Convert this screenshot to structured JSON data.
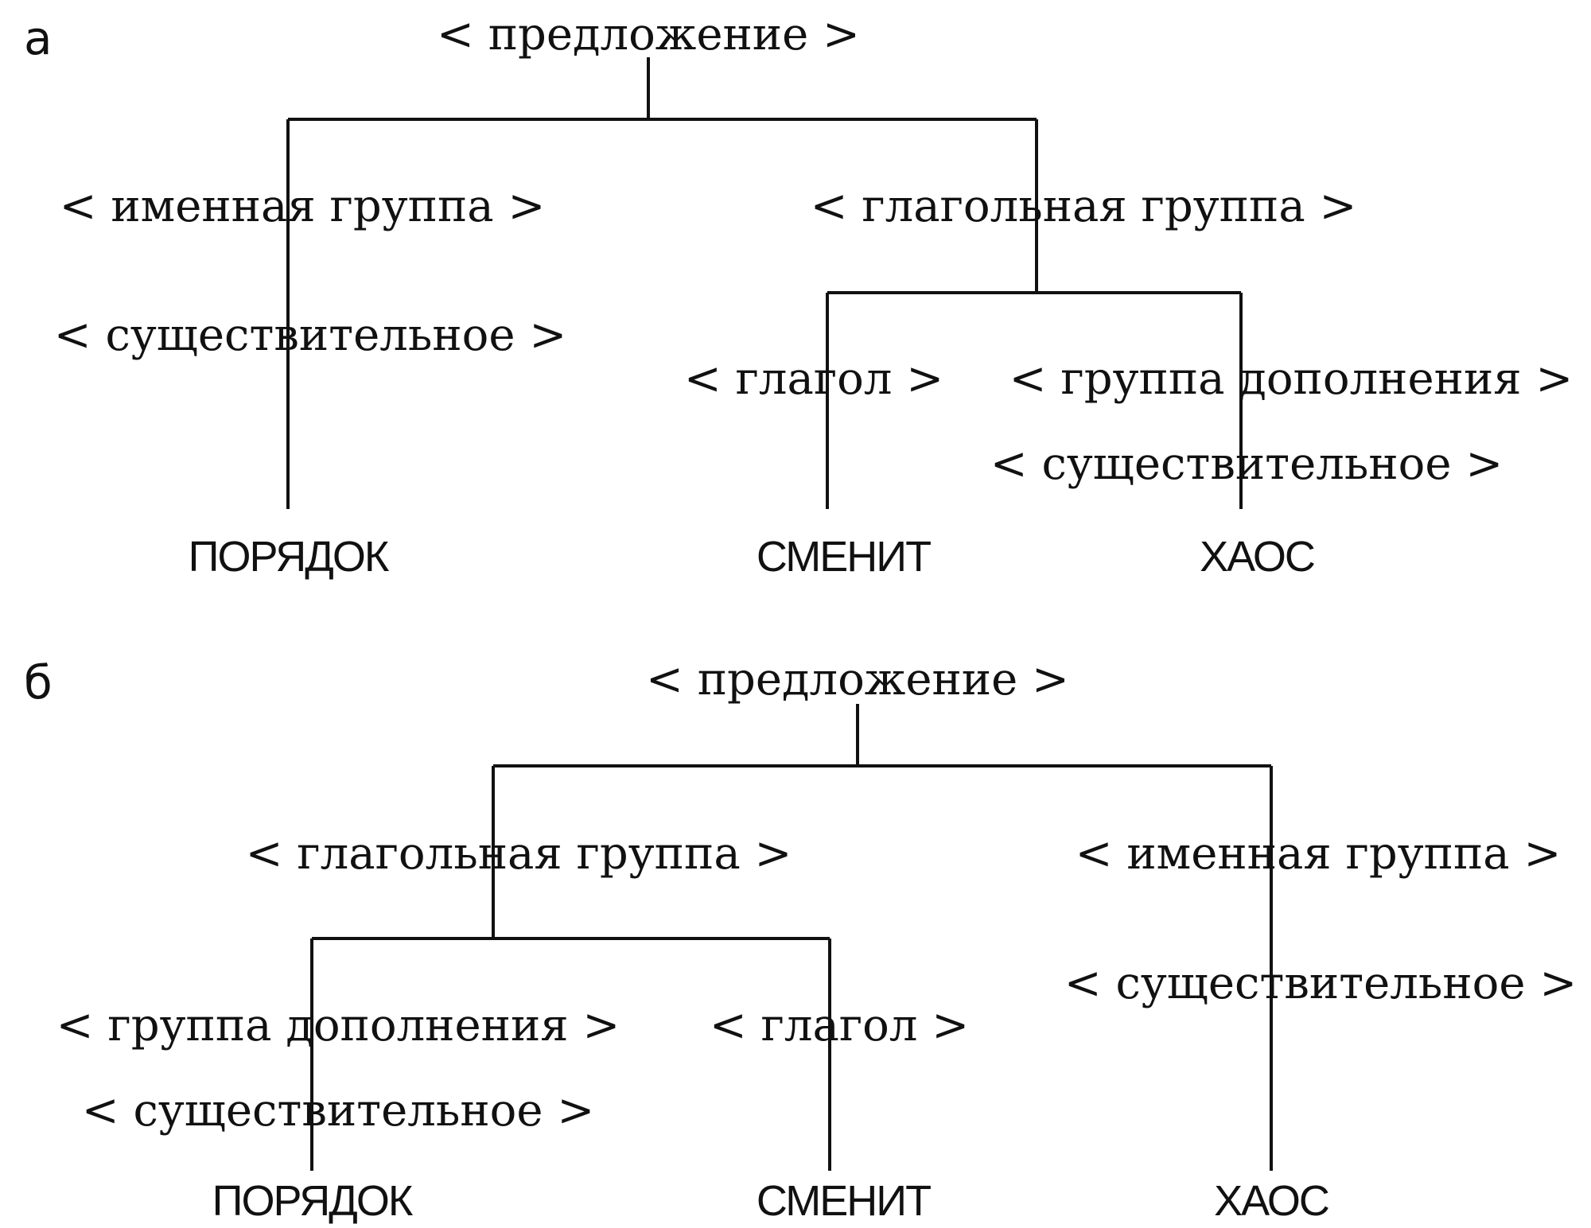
{
  "panels": [
    {
      "label": "а",
      "nodes": [
        {
          "id": "a_s",
          "text": "< предложение >",
          "type": "node"
        },
        {
          "id": "a_np",
          "text": "< именная группа >",
          "type": "node"
        },
        {
          "id": "a_vp",
          "text": "< глагольная группа >",
          "type": "node"
        },
        {
          "id": "a_n1",
          "text": "< существительное >",
          "type": "node"
        },
        {
          "id": "a_v",
          "text": "< глагол >",
          "type": "node"
        },
        {
          "id": "a_obj",
          "text": "< группа дополнения >",
          "type": "node"
        },
        {
          "id": "a_n2",
          "text": "< существительное >",
          "type": "node"
        },
        {
          "id": "a_w1",
          "text": "ПОРЯДОК",
          "type": "leaf"
        },
        {
          "id": "a_w2",
          "text": "СМЕНИТ",
          "type": "leaf"
        },
        {
          "id": "a_w3",
          "text": "ХАОС",
          "type": "leaf"
        }
      ]
    },
    {
      "label": "б",
      "nodes": [
        {
          "id": "b_s",
          "text": "< предложение >",
          "type": "node"
        },
        {
          "id": "b_vp",
          "text": "< глагольная группа >",
          "type": "node"
        },
        {
          "id": "b_np",
          "text": "< именная группа >",
          "type": "node"
        },
        {
          "id": "b_obj",
          "text": "< группа дополнения >",
          "type": "node"
        },
        {
          "id": "b_v",
          "text": "< глагол >",
          "type": "node"
        },
        {
          "id": "b_n2",
          "text": "< существительное >",
          "type": "node"
        },
        {
          "id": "b_n1",
          "text": "< существительное >",
          "type": "node"
        },
        {
          "id": "b_w1",
          "text": "ПОРЯДОК",
          "type": "leaf"
        },
        {
          "id": "b_w2",
          "text": "СМЕНИТ",
          "type": "leaf"
        },
        {
          "id": "b_w3",
          "text": "ХАОС",
          "type": "leaf"
        }
      ]
    }
  ]
}
